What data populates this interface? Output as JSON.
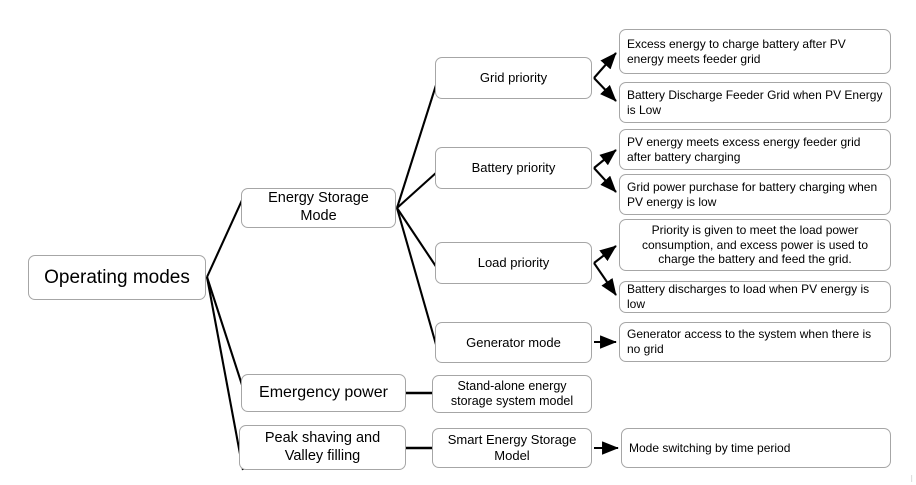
{
  "diagram": {
    "type": "tree-hierarchy",
    "root": {
      "label": "Operating modes"
    },
    "level2": [
      {
        "id": "energy-storage-mode",
        "label": "Energy Storage Mode"
      },
      {
        "id": "emergency-power",
        "label": "Emergency power"
      },
      {
        "id": "peak-shaving-valley-filling",
        "label": "Peak shaving and Valley filling"
      }
    ],
    "level3": [
      {
        "id": "grid-priority",
        "label": "Grid priority"
      },
      {
        "id": "battery-priority",
        "label": "Battery priority"
      },
      {
        "id": "load-priority",
        "label": "Load priority"
      },
      {
        "id": "generator-mode",
        "label": "Generator mode"
      },
      {
        "id": "stand-alone-model",
        "label": "Stand-alone energy storage system model"
      },
      {
        "id": "smart-model",
        "label": "Smart Energy Storage Model"
      }
    ],
    "level4": [
      {
        "id": "grid-desc-1",
        "label": "Excess energy to charge battery after PV energy meets feeder grid"
      },
      {
        "id": "grid-desc-2",
        "label": "Battery Discharge Feeder Grid when PV Energy is Low"
      },
      {
        "id": "battery-desc-1",
        "label": "PV energy meets excess energy feeder grid after battery charging"
      },
      {
        "id": "battery-desc-2",
        "label": "Grid power purchase for battery charging when PV energy is low"
      },
      {
        "id": "load-desc-1",
        "label": "Priority is given to meet the load power consumption, and excess power is used to charge the battery and feed the grid."
      },
      {
        "id": "load-desc-2",
        "label": "Battery discharges to load when PV energy is low"
      },
      {
        "id": "generator-desc-1",
        "label": "Generator access to the system when there is no grid"
      },
      {
        "id": "time-desc-1",
        "label": "Mode switching by time period"
      }
    ],
    "colors": {
      "box_border": "#a6a6a6",
      "connector": "#000000",
      "background": "#ffffff",
      "text": "#000000"
    },
    "corner_mark": "I"
  }
}
